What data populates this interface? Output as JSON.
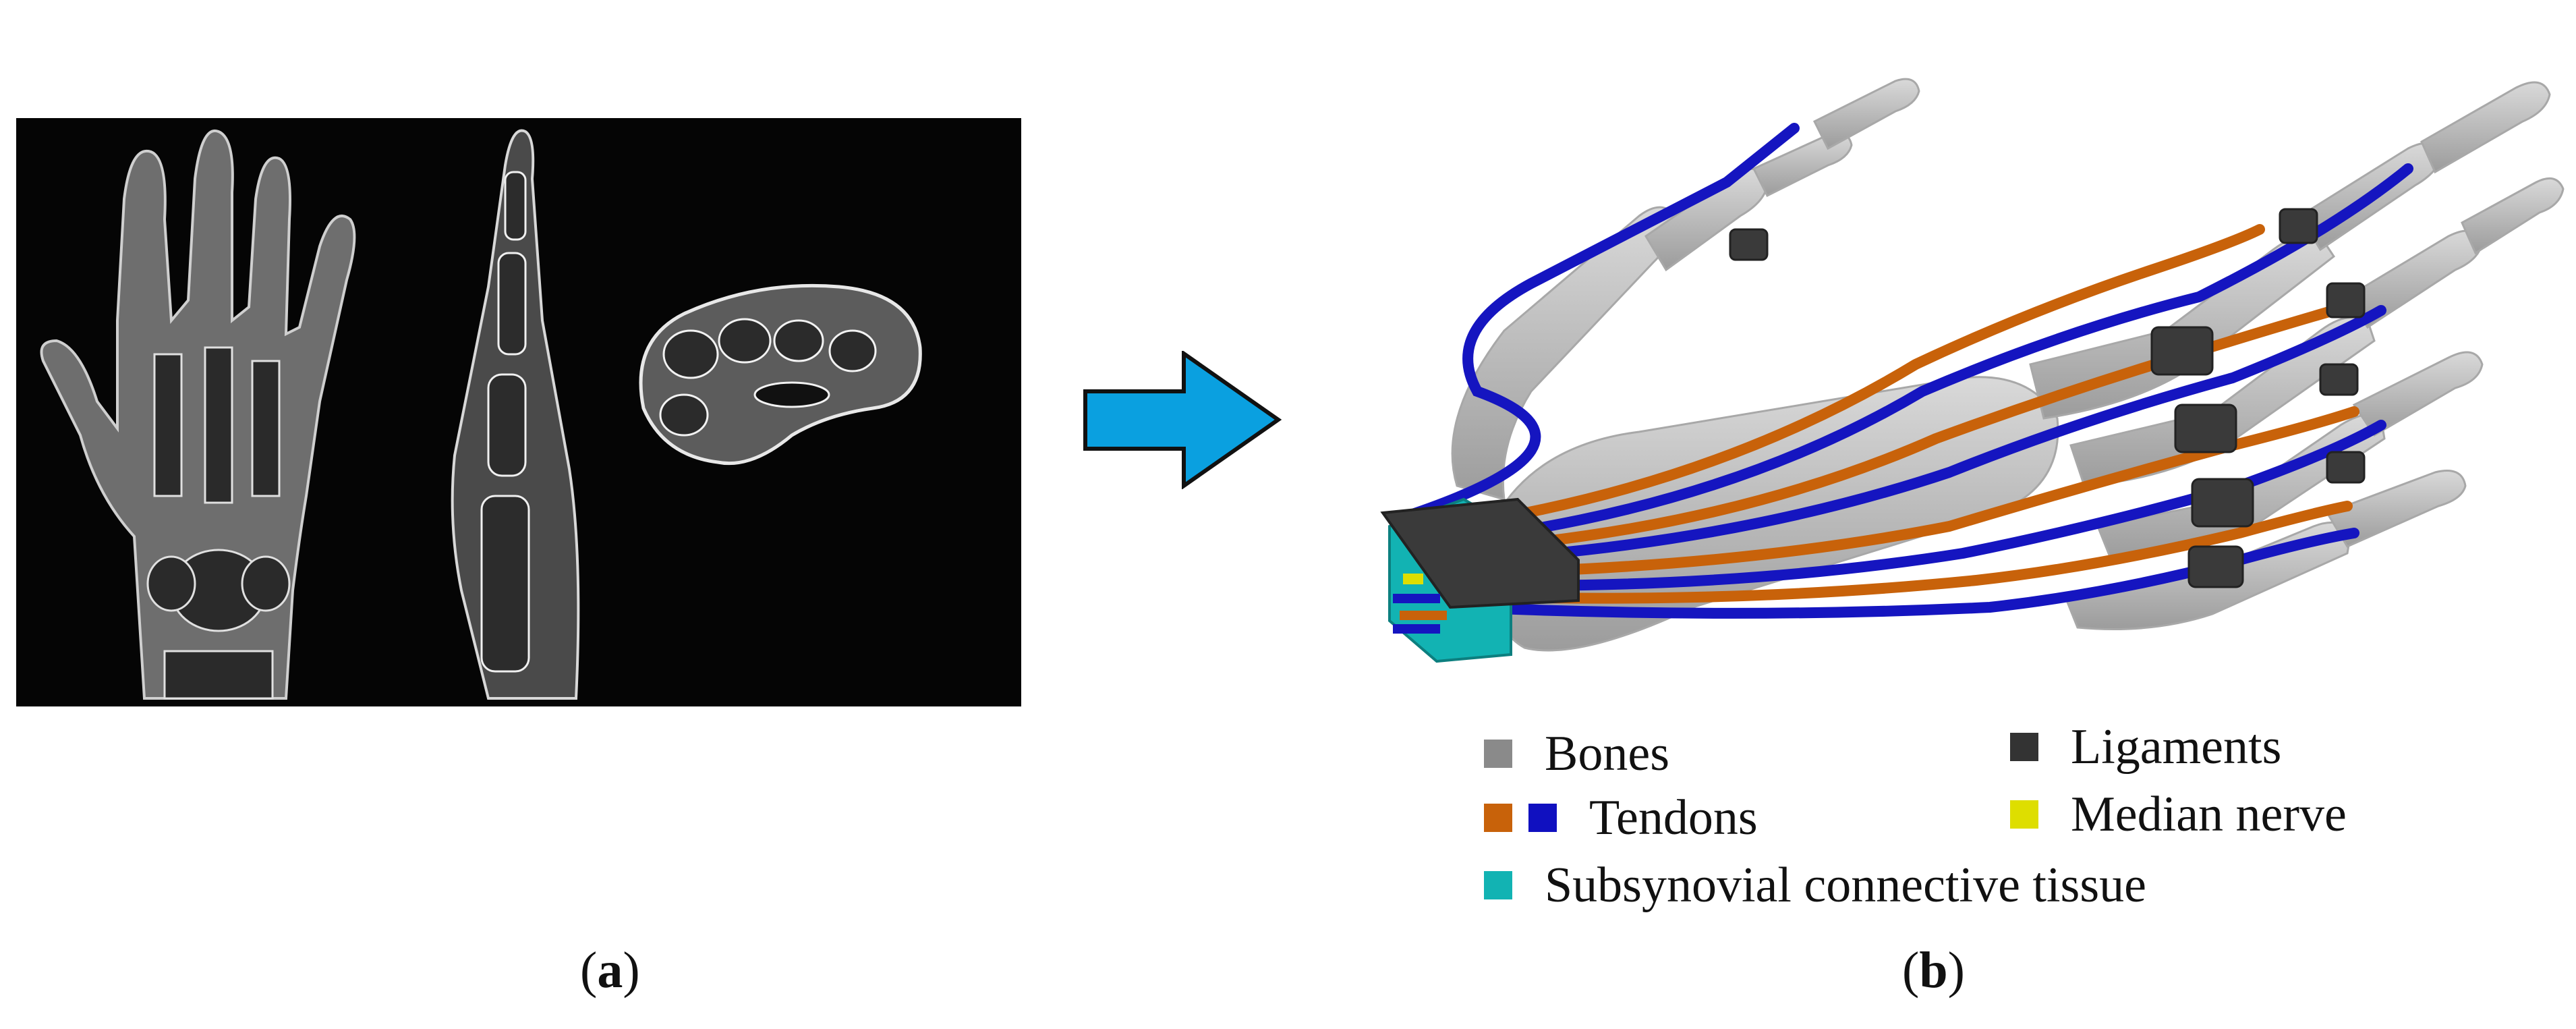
{
  "panels": [
    {
      "id": "a",
      "caption_open": "(",
      "caption_letter": "a",
      "caption_close": ")"
    },
    {
      "id": "b",
      "caption_open": "(",
      "caption_letter": "b",
      "caption_close": ")"
    }
  ],
  "legend": {
    "items": [
      {
        "label": "Bones",
        "colors": [
          "#8a8a8a"
        ]
      },
      {
        "label": "Ligaments",
        "colors": [
          "#333333"
        ]
      },
      {
        "label": "Tendons",
        "colors": [
          "#c8620a",
          "#1010c0"
        ]
      },
      {
        "label": "Median nerve",
        "colors": [
          "#dede00"
        ]
      },
      {
        "label": "Subsynovial connective tissue",
        "colors": [
          "#12b3b3"
        ]
      }
    ]
  },
  "colors": {
    "arrow_fill": "#0aa0e0",
    "arrow_stroke": "#111111",
    "bone": "#c4c4c4",
    "ligament": "#3a3a3a",
    "tendon_orange": "#c8620a",
    "tendon_blue": "#1515c0",
    "nerve": "#dede00",
    "tissue": "#12b3b3"
  }
}
